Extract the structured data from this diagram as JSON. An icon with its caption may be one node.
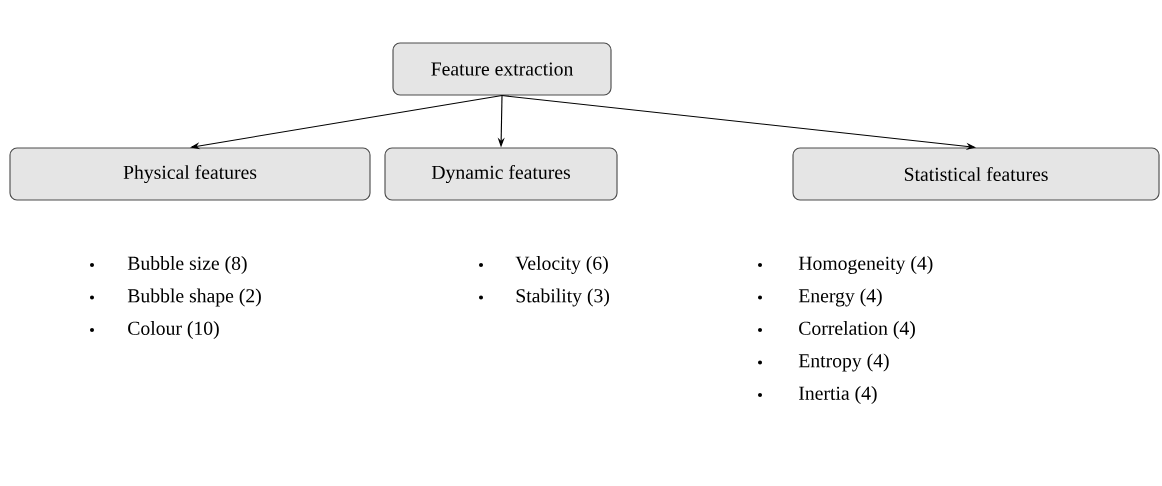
{
  "diagram": {
    "nodes": [
      {
        "text": [
          "Feature extraction"
        ]
      },
      {
        "text": [
          "Physical features"
        ]
      },
      {
        "text": [
          "Dynamic features"
        ]
      },
      {
        "text": [
          "Statistical features"
        ]
      }
    ],
    "edges": [
      {
        "from": 0,
        "to": 1,
        "arrow": "to"
      },
      {
        "from": 0,
        "to": 2,
        "arrow": "to"
      },
      {
        "from": 0,
        "to": 3,
        "arrow": "to"
      }
    ],
    "labels": [
      "Bubble size (8)",
      "Bubble shape (2)",
      "Colour (10)",
      "Velocity (6)",
      "Stability (3)",
      "Homogeneity (4)",
      "Energy (4)",
      "Correlation (4)",
      "Entropy (4)",
      "Inertia (4)"
    ]
  }
}
